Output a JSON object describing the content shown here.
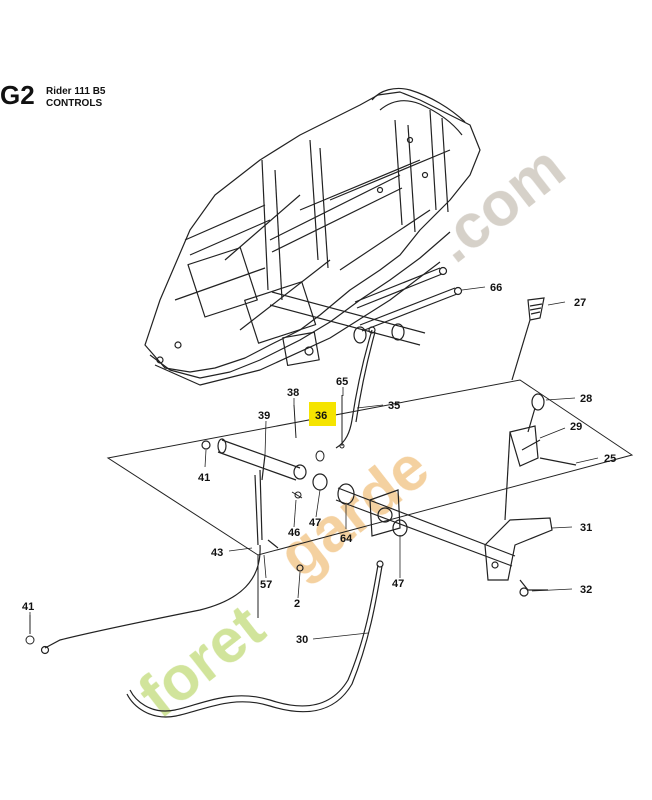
{
  "header": {
    "code": "G2",
    "model": "Rider 111 B5",
    "section": "CONTROLS"
  },
  "highlight_color": "#f5e400",
  "watermark": {
    "text_green": "foret",
    "text_orange": "garde",
    "text_gray": ".com",
    "colors": {
      "green": "#c9df8a",
      "orange": "#f3c98f",
      "gray": "#cfc9c0"
    }
  },
  "part_labels": [
    {
      "id": "27",
      "text": "27"
    },
    {
      "id": "28",
      "text": "28"
    },
    {
      "id": "29",
      "text": "29"
    },
    {
      "id": "25",
      "text": "25"
    },
    {
      "id": "31",
      "text": "31"
    },
    {
      "id": "32",
      "text": "32"
    },
    {
      "id": "66",
      "text": "66"
    },
    {
      "id": "65",
      "text": "65"
    },
    {
      "id": "35",
      "text": "35"
    },
    {
      "id": "38",
      "text": "38"
    },
    {
      "id": "36",
      "text": "36",
      "highlighted": true
    },
    {
      "id": "39",
      "text": "39"
    },
    {
      "id": "41a",
      "text": "41"
    },
    {
      "id": "46",
      "text": "46"
    },
    {
      "id": "47a",
      "text": "47"
    },
    {
      "id": "64",
      "text": "64"
    },
    {
      "id": "47b",
      "text": "47"
    },
    {
      "id": "43",
      "text": "43"
    },
    {
      "id": "57",
      "text": "57"
    },
    {
      "id": "2",
      "text": "2"
    },
    {
      "id": "41b",
      "text": "41"
    },
    {
      "id": "30",
      "text": "30"
    }
  ]
}
